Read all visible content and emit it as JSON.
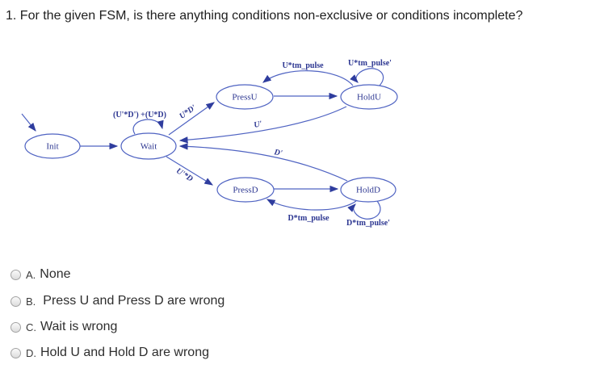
{
  "title": "1. For the given FSM, is there anything conditions non-exclusive or conditions incomplete?",
  "colors": {
    "diagram_line": "#4f63c2",
    "diagram_text": "#2c3691",
    "arrowhead": "#2f3d9e",
    "title_text": "#1e1e1e",
    "option_text": "#2e2e2e"
  },
  "diagram": {
    "states": {
      "init": "Init",
      "wait": "Wait",
      "pressu": "PressU",
      "holdu": "HoldU",
      "pressd": "PressD",
      "holdd": "HoldD"
    },
    "labels": {
      "wait_self": "(U'*D') +(U*D)",
      "wait_to_pressu": "U*D'",
      "wait_to_pressd": "U'*D",
      "holdu_to_pressu": "U*tm_pulse",
      "holdu_self": "U*tm_pulse'",
      "holdu_to_wait": "U'",
      "holdd_to_wait": "D'",
      "holdd_to_pressd": "D*tm_pulse",
      "holdd_self": "D*tm_pulse'"
    }
  },
  "options": [
    {
      "letter": "A.",
      "text": "None"
    },
    {
      "letter": "B.",
      "text": "Press U and Press D are wrong"
    },
    {
      "letter": "C.",
      "text": "Wait is wrong"
    },
    {
      "letter": "D.",
      "text": "Hold U and Hold D are wrong"
    }
  ]
}
